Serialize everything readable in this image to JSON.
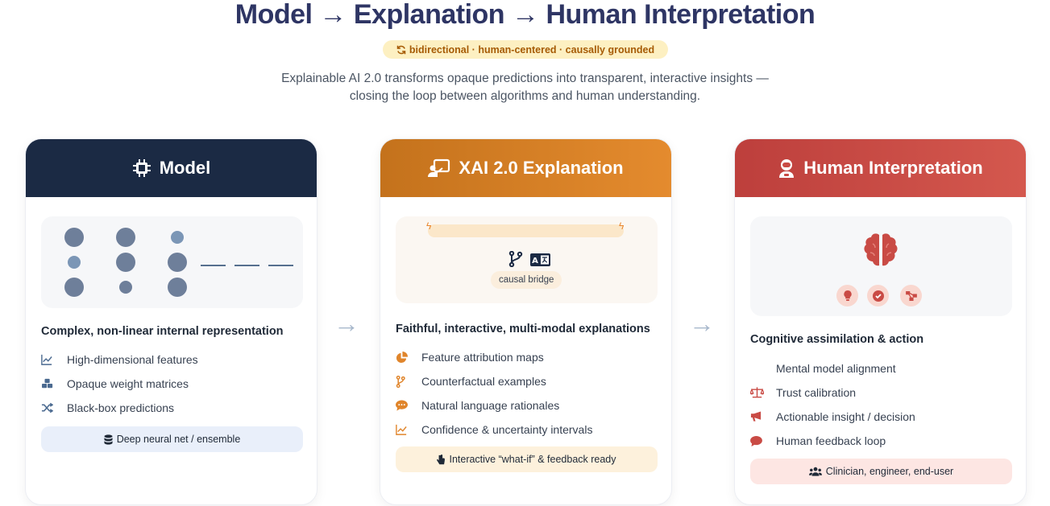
{
  "header": {
    "title": "Model → Explanation → Human Interpretation",
    "tagline": "bidirectional · human-centered · causally grounded",
    "subtitle_line1": "Explainable AI 2.0 transforms opaque predictions into transparent, interactive insights —",
    "subtitle_line2": "closing the loop between algorithms and human understanding."
  },
  "cards": [
    {
      "title": "Model",
      "icon": "chip-icon",
      "color": "#1b2a44",
      "subtitle": "Complex, non-linear internal representation",
      "items": [
        {
          "icon": "line-chart-icon",
          "label": "High-dimensional features"
        },
        {
          "icon": "cubes-icon",
          "label": "Opaque weight matrices"
        },
        {
          "icon": "shuffle-icon",
          "label": "Black-box predictions"
        }
      ],
      "footer": "Deep neural net / ensemble",
      "footer_icon": "database-icon"
    },
    {
      "title": "XAI 2.0 Explanation",
      "icon": "presenter-icon",
      "color": "#d97f27",
      "subtitle": "Faithful, interactive, multi-modal explanations",
      "viz_label": "causal bridge",
      "items": [
        {
          "icon": "pie-chart-icon",
          "label": "Feature attribution maps"
        },
        {
          "icon": "branch-icon",
          "label": "Counterfactual examples"
        },
        {
          "icon": "comment-icon",
          "label": "Natural language rationales"
        },
        {
          "icon": "line-chart-icon",
          "label": "Confidence & uncertainty intervals"
        }
      ],
      "footer": "Interactive “what-if” & feedback ready",
      "footer_icon": "pointer-icon"
    },
    {
      "title": "Human Interpretation",
      "icon": "user-astronaut-icon",
      "color": "#c94b45",
      "subtitle": "Cognitive assimilation & action",
      "items": [
        {
          "icon": "",
          "label": "Mental model alignment"
        },
        {
          "icon": "scale-icon",
          "label": "Trust calibration"
        },
        {
          "icon": "megaphone-icon",
          "label": "Actionable insight / decision"
        },
        {
          "icon": "comment-icon",
          "label": "Human feedback loop"
        }
      ],
      "footer": "Clinician, engineer, end-user",
      "footer_icon": "users-icon"
    }
  ],
  "arrows": [
    "→",
    "→"
  ]
}
